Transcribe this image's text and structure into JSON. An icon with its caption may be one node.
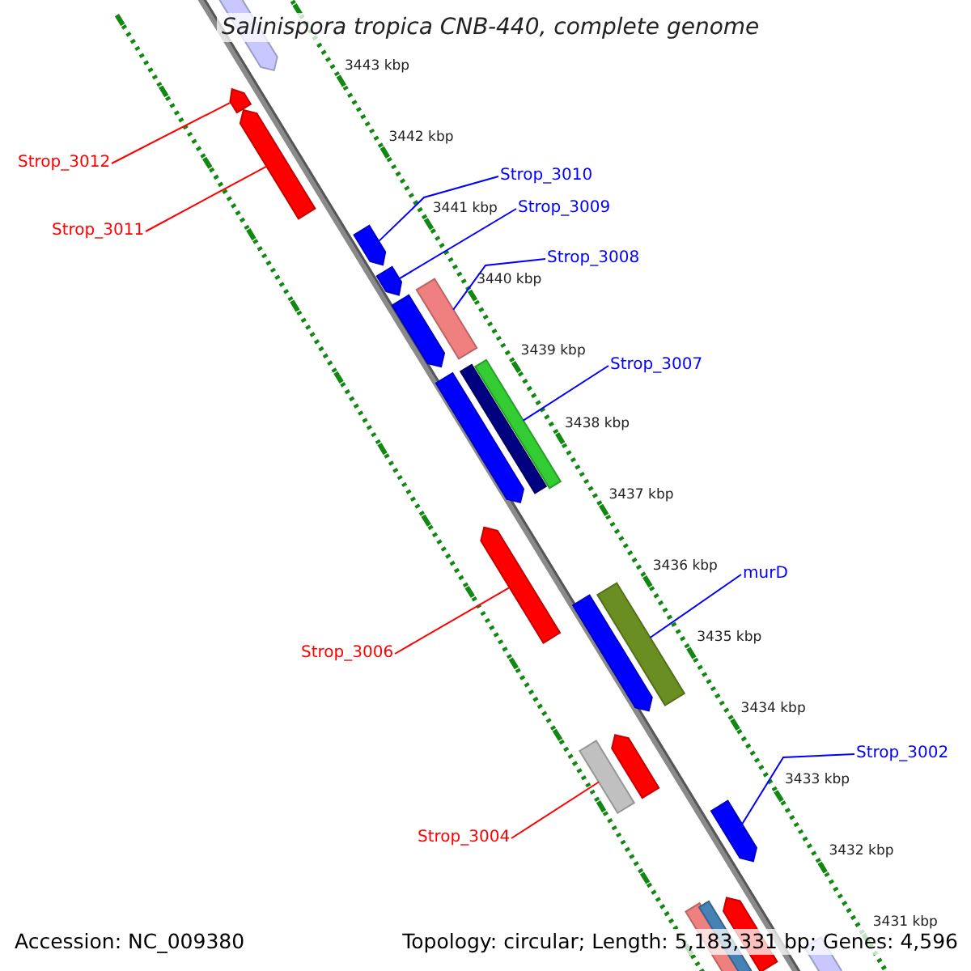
{
  "diagram": {
    "title": "Salinispora tropica CNB-440, complete genome",
    "nodes": [
      {
        "text": [
          "Strop_3012"
        ]
      },
      {
        "text": [
          "Strop_3010"
        ]
      },
      {
        "text": [
          "Strop_3009"
        ]
      },
      {
        "text": [
          "Strop_3011"
        ]
      },
      {
        "text": [
          "Strop_3008"
        ]
      },
      {
        "text": [
          "Strop_3007"
        ]
      },
      {
        "text": [
          "murD"
        ]
      },
      {
        "text": [
          "Strop_3006"
        ]
      },
      {
        "text": [
          "Strop_3002"
        ]
      },
      {
        "text": [
          "Strop_3004"
        ]
      },
      {
        "text": [],
        "shape": "pentagon"
      },
      {
        "text": [],
        "shape": "pentagon"
      },
      {
        "text": [],
        "shape": "pentagon"
      },
      {
        "text": [],
        "shape": "pentagon"
      },
      {
        "text": [],
        "shape": "pentagon"
      },
      {
        "text": [],
        "shape": "bar"
      },
      {
        "text": [],
        "shape": "pentagon"
      },
      {
        "text": [],
        "shape": "pentagon"
      },
      {
        "text": [],
        "shape": "bar"
      },
      {
        "text": [],
        "shape": "bar"
      },
      {
        "text": [],
        "shape": "pentagon"
      },
      {
        "text": [],
        "shape": "bar"
      },
      {
        "text": [],
        "shape": "pentagon"
      },
      {
        "text": [],
        "shape": "bar"
      },
      {
        "text": [],
        "shape": "pentagon"
      },
      {
        "text": [],
        "shape": "pentagon"
      },
      {
        "text": [],
        "shape": "bar"
      },
      {
        "text": [],
        "shape": "bar"
      },
      {
        "text": [],
        "shape": "pentagon"
      },
      {
        "text": [],
        "shape": "pentagon"
      }
    ],
    "edges": [
      {
        "from": 0,
        "to": 11,
        "arrow": "none",
        "color": "#ff0000"
      },
      {
        "from": 1,
        "to": 13,
        "arrow": "none"
      },
      {
        "from": 2,
        "to": 14,
        "arrow": "none"
      },
      {
        "from": 3,
        "to": 12,
        "arrow": "none",
        "color": "#ff0000"
      },
      {
        "from": 4,
        "to": 15,
        "arrow": "none"
      },
      {
        "from": 5,
        "to": 19,
        "arrow": "none"
      },
      {
        "from": 6,
        "to": 21,
        "arrow": "none"
      },
      {
        "from": 7,
        "to": 20,
        "arrow": "none",
        "color": "#ff0000"
      },
      {
        "from": 8,
        "to": 25,
        "arrow": "none"
      },
      {
        "from": 9,
        "to": 23,
        "arrow": "none",
        "color": "#ff0000"
      }
    ],
    "labels": [
      "3443 kbp",
      "3442 kbp",
      "3441 kbp",
      "3440 kbp",
      "3439 kbp",
      "3438 kbp",
      "3437 kbp",
      "3436 kbp",
      "3435 kbp",
      "3434 kbp",
      "3433 kbp",
      "3432 kbp",
      "3431 kbp",
      "Accession: NC_009380",
      "Topology: circular; Length: 5,183,331 bp; Genes: 4,596"
    ]
  }
}
